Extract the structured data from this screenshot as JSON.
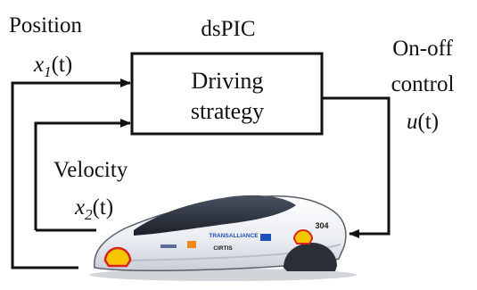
{
  "diagram": {
    "controller_label": "dsPIC",
    "block_line1": "Driving",
    "block_line2": "strategy",
    "position_label": "Position",
    "position_var": "x",
    "position_sub": "1",
    "position_arg": "(t)",
    "velocity_label": "Velocity",
    "velocity_var": "x",
    "velocity_sub": "2",
    "velocity_arg": "(t)",
    "control_label_line1": "On-off",
    "control_label_line2": "control",
    "control_var": "u",
    "control_arg": "(t)"
  },
  "car": {
    "number": "304",
    "sponsor1": "TRANSALLIANCE",
    "sponsor2": "CIRTIS",
    "brand_logo": "shell-logo"
  },
  "colors": {
    "line": "#111111",
    "car_body": "#f2f3f6",
    "car_canopy": "#2a2f3a",
    "shell_yellow": "#f7c600",
    "shell_red": "#d8261c"
  }
}
